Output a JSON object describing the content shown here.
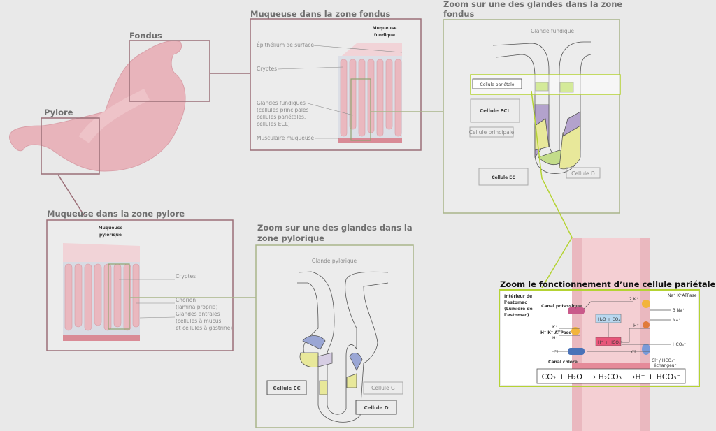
{
  "stomach": {
    "fondus_label": "Fondus",
    "pylore_label": "Pylore"
  },
  "fundus_mucosa": {
    "title": "Muqueuse dans la zone fondus",
    "header": [
      "Muqueuse",
      "fundique"
    ],
    "labels": [
      "Épithélium de surface",
      "Cryptes",
      "Glandes fundiques",
      "(cellules principales",
      "cellules pariétales,",
      "cellules ECL)",
      "Musculaire muqueuse"
    ]
  },
  "fundic_gland": {
    "title": [
      "Zoom sur une des glandes dans la zone",
      "fondus"
    ],
    "name": "Glande fundique",
    "cells": {
      "parietale": "Cellule pariétale",
      "ecl": "Cellule ECL",
      "principale": "Cellule principale",
      "ec": "Cellule EC",
      "d": "Cellule D"
    }
  },
  "pylore_mucosa": {
    "title": "Muqueuse dans la zone pylore",
    "header": [
      "Muqueuse",
      "pylorique"
    ],
    "labels": [
      "Cryptes",
      "Chorion",
      "(lamina propria)",
      "Glandes antrales",
      "(cellules à mucus",
      "et cellules à gastrine)"
    ]
  },
  "pyloric_gland": {
    "title": [
      "Zoom sur une des glandes dans la",
      "zone pylorique"
    ],
    "name": "Glande pylorique",
    "cells": {
      "ec": "Cellule EC",
      "g": "Cellule G",
      "d": "Cellule D"
    }
  },
  "parietal_cell": {
    "title": "Zoom le fonctionnement d’une cellule pariétale",
    "lumen": [
      "Intérieur de",
      "l’estomac",
      "(Lumière de",
      "l’estomac)"
    ],
    "labels": {
      "canal_potassique": "Canal potassique",
      "hk_atpase": "H⁺ K⁺ ATPase",
      "k": "K⁺",
      "h": "H⁺",
      "cl_left": "Cl⁻",
      "canal_chlore": "Canal chlore",
      "h2o_co2": "H₂O + CO₂",
      "h_hco3": "H⁺ + HCO₃⁻",
      "nak_atpase": "Na⁺ K⁺ATPase",
      "two_k": "2 K⁺",
      "three_na": "3 Na⁺",
      "na": "Na⁺",
      "h_right": "H⁺",
      "hco3": "HCO₃⁻",
      "cl_mid": "Cl⁻",
      "exchanger": [
        "Cl⁻ / HCO₃⁻",
        "échangeur"
      ]
    },
    "equation": "CO₂ + H₂O ⟶ H₂CO₃ ⟶H⁺ + HCO₃⁻"
  },
  "colors": {
    "box_mauve": "#9b6f78",
    "box_green": "#a9b58a",
    "highlight_green": "#b5d334",
    "tissue_pink": "#eab8bf"
  }
}
